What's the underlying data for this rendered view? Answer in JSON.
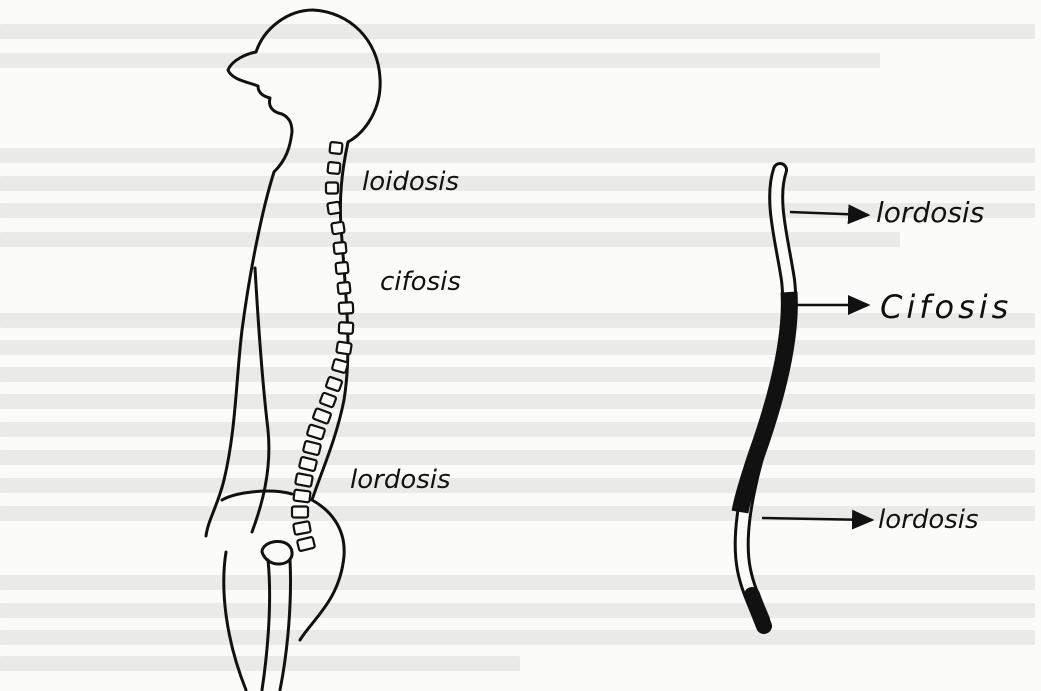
{
  "figure": {
    "left_labels": [
      "loidosis",
      "cifosis",
      "lordosis"
    ],
    "right_labels": [
      "lordosis",
      "Cifosis",
      "lordosis"
    ]
  },
  "colors": {
    "ink": "#111111",
    "paper": "#fbfbfa",
    "ghost_text": "#dcdcd8"
  }
}
